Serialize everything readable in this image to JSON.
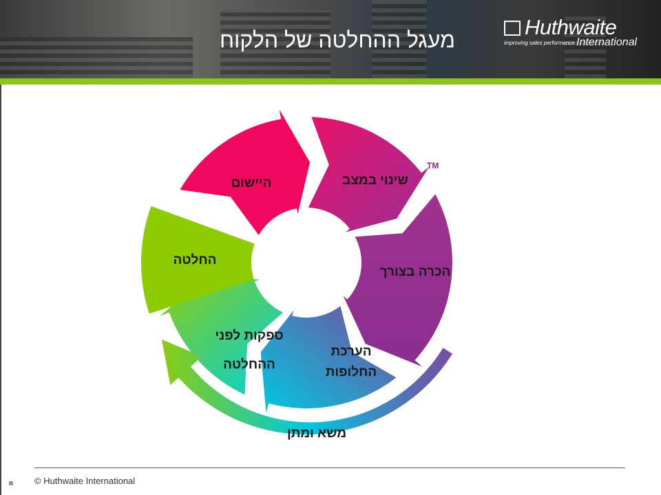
{
  "header": {
    "title": "מעגל ההחלטה של הלקוח"
  },
  "logo": {
    "name": "Huthwaite",
    "tagline": "improving sales performance",
    "suffix": "International"
  },
  "diagram": {
    "trademark": "TM",
    "stages": [
      {
        "label": "שינוי במצב",
        "colors": [
          "#e8106a",
          "#9b2f92"
        ]
      },
      {
        "label": "הכרה בצורך",
        "colors": [
          "#a0328e",
          "#8a2e92"
        ]
      },
      {
        "label": "הערכת החלופות",
        "line1": "הערכת",
        "line2": "החלופות",
        "colors": [
          "#7a4aa0",
          "#00c8e0"
        ]
      },
      {
        "label": "ספקות לפני ההחלטה",
        "line1": "ספקות לפני",
        "line2": "ההחלטה",
        "colors": [
          "#00d0e0",
          "#8ccc10"
        ]
      },
      {
        "label": "החלטה",
        "colors": [
          "#8ccc00",
          "#8ccc00"
        ]
      },
      {
        "label": "היישום",
        "colors": [
          "#f2075e",
          "#f2075e"
        ]
      }
    ],
    "loop_arrow": {
      "label": "משא ומתן",
      "colors": [
        "#7a4aa0",
        "#00c8e0",
        "#8ccc10"
      ]
    }
  },
  "footer": {
    "copyright": "© Huthwaite  International"
  }
}
